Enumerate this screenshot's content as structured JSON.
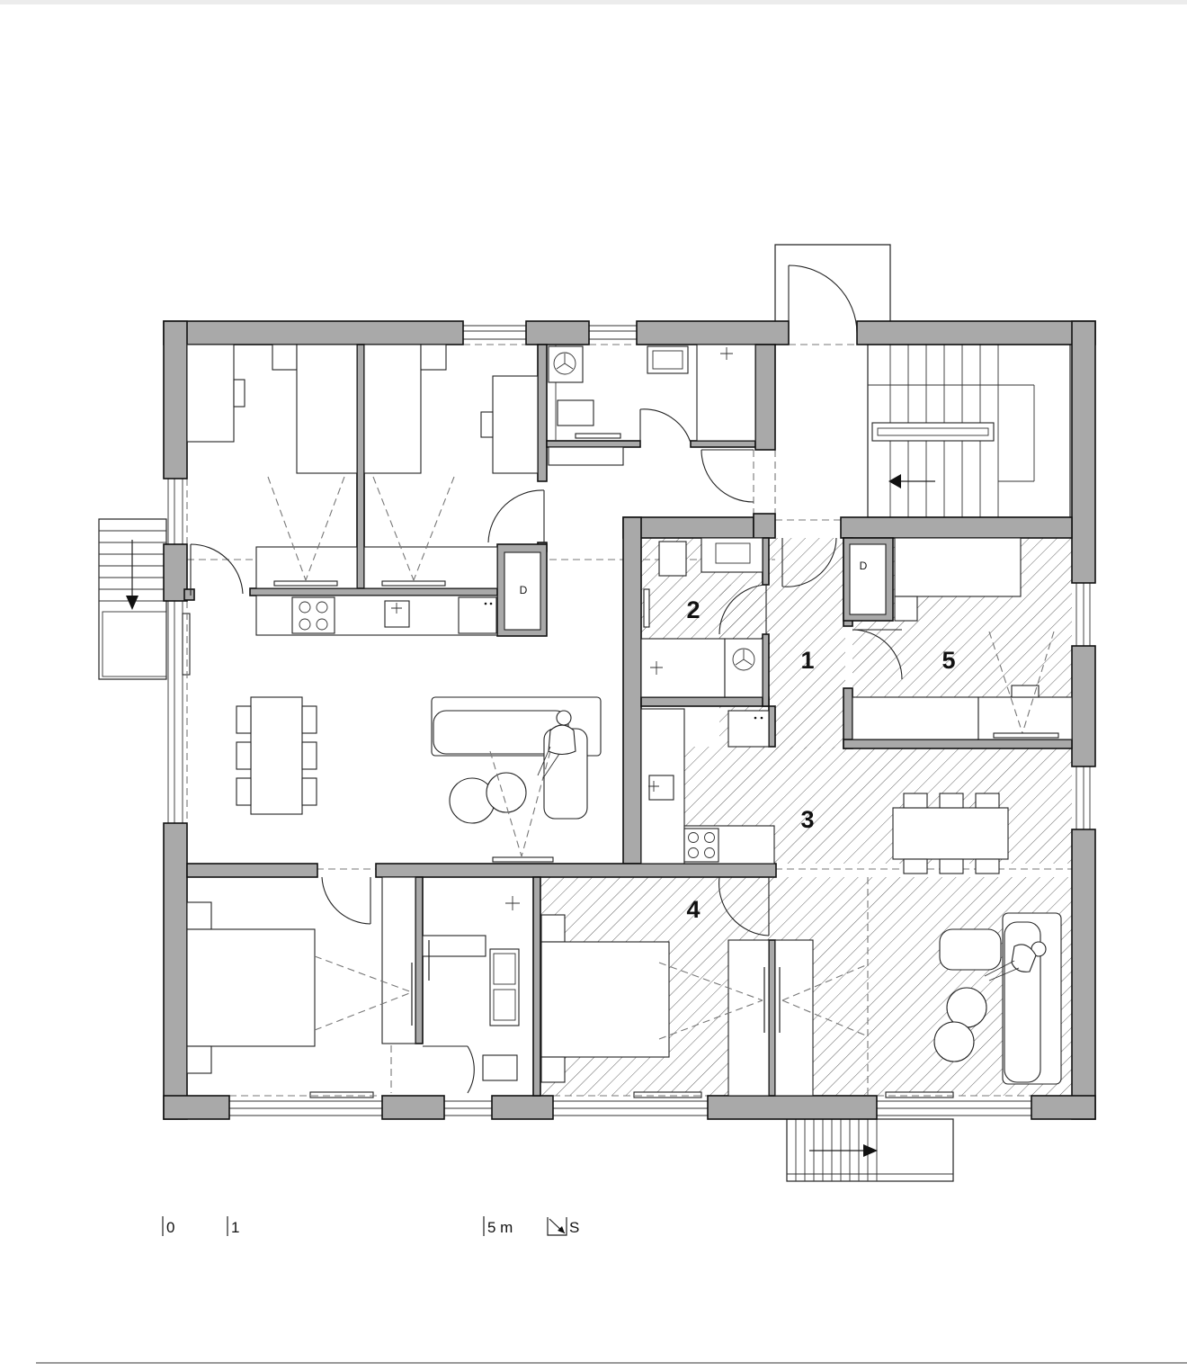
{
  "rooms": [
    {
      "label": "1"
    },
    {
      "label": "2"
    },
    {
      "label": "3"
    },
    {
      "label": "4"
    },
    {
      "label": "5"
    }
  ],
  "appliance_marks": {
    "closet_left": "D",
    "closet_right": "D"
  },
  "scale_bar": {
    "tick_0": "0",
    "tick_1": "1",
    "tick_5": "5 m",
    "orientation": "S"
  },
  "colors": {
    "wall": "#a9a9a9",
    "line": "#222222",
    "hatch": "#555555",
    "background": "#ffffff"
  },
  "icons": [
    "stair-arrow-icon",
    "person-icon",
    "north-orientation-icon",
    "stove-icon",
    "washing-machine-icon"
  ]
}
